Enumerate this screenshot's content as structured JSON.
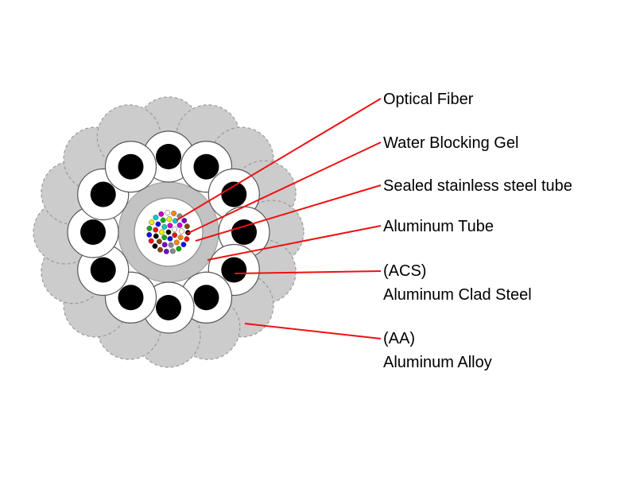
{
  "figure": {
    "background": "#ffffff",
    "leader_color": "#ee1111",
    "text_color": "#000000",
    "labels": [
      {
        "id": "optical-fiber",
        "lines": [
          "Optical Fiber"
        ]
      },
      {
        "id": "water-blocking-gel",
        "lines": [
          "Water Blocking Gel"
        ]
      },
      {
        "id": "sealed-stainless-steel-tube",
        "lines": [
          "Sealed stainless steel tube"
        ]
      },
      {
        "id": "aluminum-tube",
        "lines": [
          "Aluminum Tube"
        ]
      },
      {
        "id": "aluminum-clad-steel",
        "lines": [
          "(ACS)",
          "Aluminum Clad Steel"
        ]
      },
      {
        "id": "aluminum-alloy",
        "lines": [
          "(AA)",
          "Aluminum Alloy"
        ]
      }
    ],
    "cable": {
      "outer_strand_count": 16,
      "outer_strand_fill": "#cccccc",
      "outer_strand_edge": "#9a9a9a",
      "acs_strand_count": 12,
      "acs_ring_fill": "#ffffff",
      "acs_ring_edge": "#555555",
      "acs_core_fill": "#000000",
      "aluminum_tube_fill": "#c3c3c3",
      "aluminum_tube_edge": "#9a9a9a",
      "steel_tube_fill": "#ffffff",
      "steel_tube_edge": "#8a8a8a",
      "fiber_count": 40,
      "fiber_colors": [
        "#000000",
        "#ee1111",
        "#1111ee",
        "#11aa11",
        "#eeee00",
        "#00cccc",
        "#cc00cc",
        "#ffffff",
        "#ff8800",
        "#888888",
        "#7700cc",
        "#884400"
      ]
    }
  }
}
